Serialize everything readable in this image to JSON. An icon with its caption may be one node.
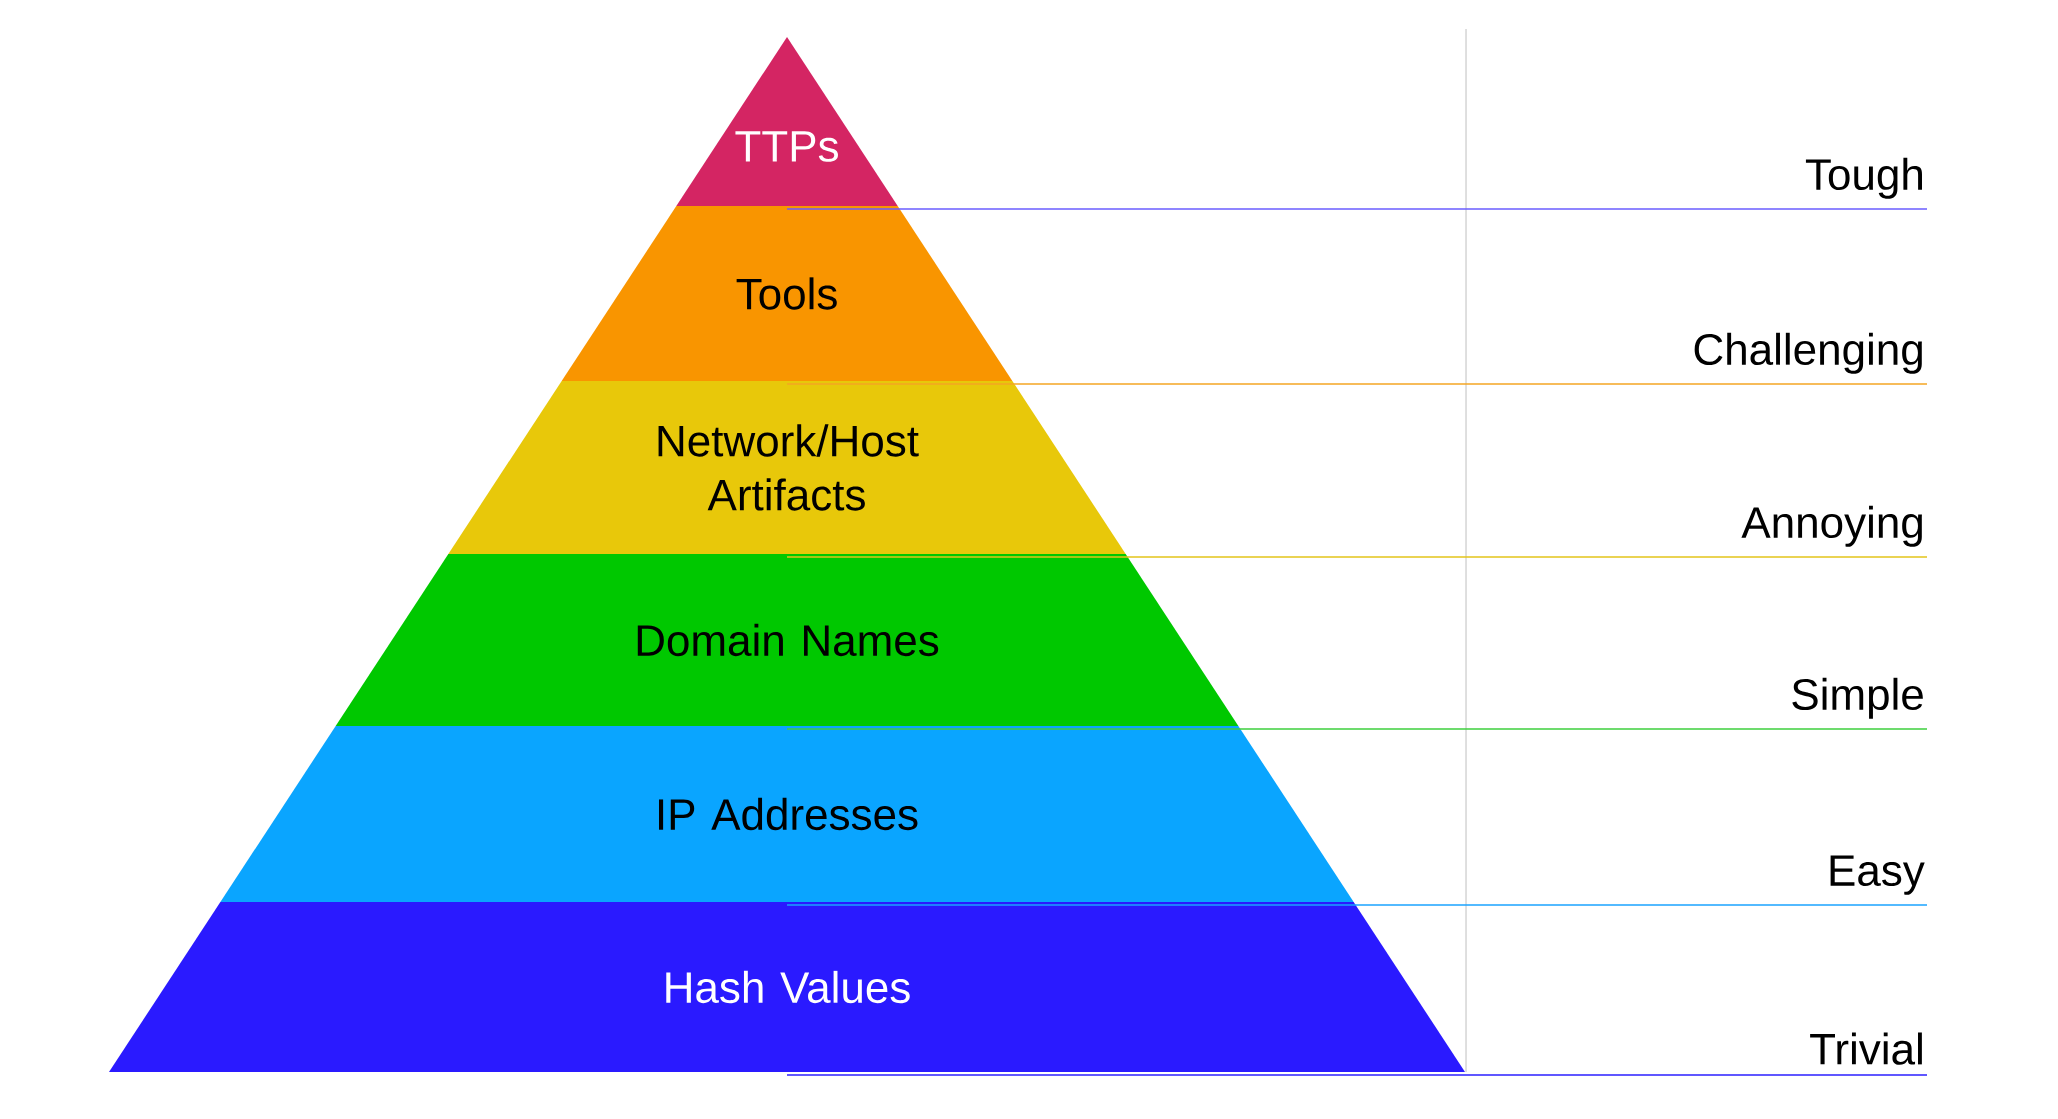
{
  "diagram": {
    "nodes": [
      {
        "text": [
          "TTPs"
        ]
      },
      {
        "text": [
          "Tools"
        ]
      },
      {
        "text": [
          "Network/Host Artifacts"
        ]
      },
      {
        "text": [
          "Domain Names"
        ]
      },
      {
        "text": [
          "IP Addresses"
        ]
      },
      {
        "text": [
          "Hash Values"
        ]
      },
      {
        "text": [
          "Tough"
        ]
      },
      {
        "text": [
          "Challenging"
        ]
      },
      {
        "text": [
          "Annoying"
        ]
      },
      {
        "text": [
          "Simple"
        ]
      },
      {
        "text": [
          "Easy"
        ]
      },
      {
        "text": [
          "Trivial"
        ]
      }
    ],
    "edges": [
      {
        "from": 0,
        "to": 6,
        "arrow": "none",
        "color": "#6a5cff"
      },
      {
        "from": 1,
        "to": 7,
        "arrow": "none",
        "color": "#f5a623"
      },
      {
        "from": 2,
        "to": 8,
        "arrow": "none",
        "color": "#e3c41a"
      },
      {
        "from": 3,
        "to": 9,
        "arrow": "none",
        "color": "#3ccf3c"
      },
      {
        "from": 4,
        "to": 10,
        "arrow": "none",
        "color": "#1aa3ff"
      },
      {
        "from": 5,
        "to": 11,
        "arrow": "none",
        "color": "#2b1fff"
      }
    ]
  }
}
